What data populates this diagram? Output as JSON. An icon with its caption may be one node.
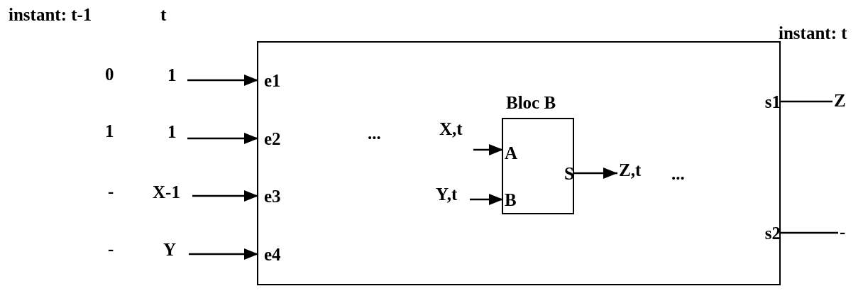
{
  "diagram": {
    "nodes": [
      {
        "text": [],
        "shape": "box"
      },
      {
        "text": [
          "e1"
        ],
        "in": 0
      },
      {
        "text": [
          "e2"
        ],
        "in": 0
      },
      {
        "text": [
          "e3"
        ],
        "in": 0
      },
      {
        "text": [
          "e4"
        ],
        "in": 0
      },
      {
        "text": [
          "s1"
        ],
        "in": 0
      },
      {
        "text": [
          "s2"
        ],
        "in": 0
      },
      {
        "text": [
          "Bloc B"
        ],
        "in": 0
      },
      {
        "text": [
          "A"
        ],
        "in": 7
      },
      {
        "text": [
          "B"
        ],
        "in": 7
      },
      {
        "text": [
          "S"
        ],
        "in": 7
      },
      {
        "text": [
          "1"
        ]
      },
      {
        "text": [
          "1"
        ]
      },
      {
        "text": [
          "X-1"
        ]
      },
      {
        "text": [
          "Y"
        ]
      },
      {
        "text": [
          "X,t"
        ],
        "in": 0
      },
      {
        "text": [
          "Y,t"
        ],
        "in": 0
      },
      {
        "text": [
          "Z,t"
        ],
        "in": 0
      },
      {
        "text": [
          "Z"
        ]
      },
      {
        "text": [
          "-"
        ]
      }
    ],
    "edges": [
      {
        "from": 11,
        "to": 1,
        "arrow": "to"
      },
      {
        "from": 12,
        "to": 2,
        "arrow": "to"
      },
      {
        "from": 13,
        "to": 3,
        "arrow": "to"
      },
      {
        "from": 14,
        "to": 4,
        "arrow": "to"
      },
      {
        "from": 15,
        "to": 8,
        "arrow": "to"
      },
      {
        "from": 16,
        "to": 9,
        "arrow": "to"
      },
      {
        "from": 10,
        "to": 17,
        "arrow": "to"
      },
      {
        "from": 5,
        "to": 18,
        "arrow": "none"
      },
      {
        "from": 6,
        "to": 19,
        "arrow": "none"
      }
    ],
    "labels": [
      "instant: t-1",
      "t",
      "instant: t",
      "0",
      "1",
      "...",
      "-",
      "...",
      "-"
    ]
  }
}
